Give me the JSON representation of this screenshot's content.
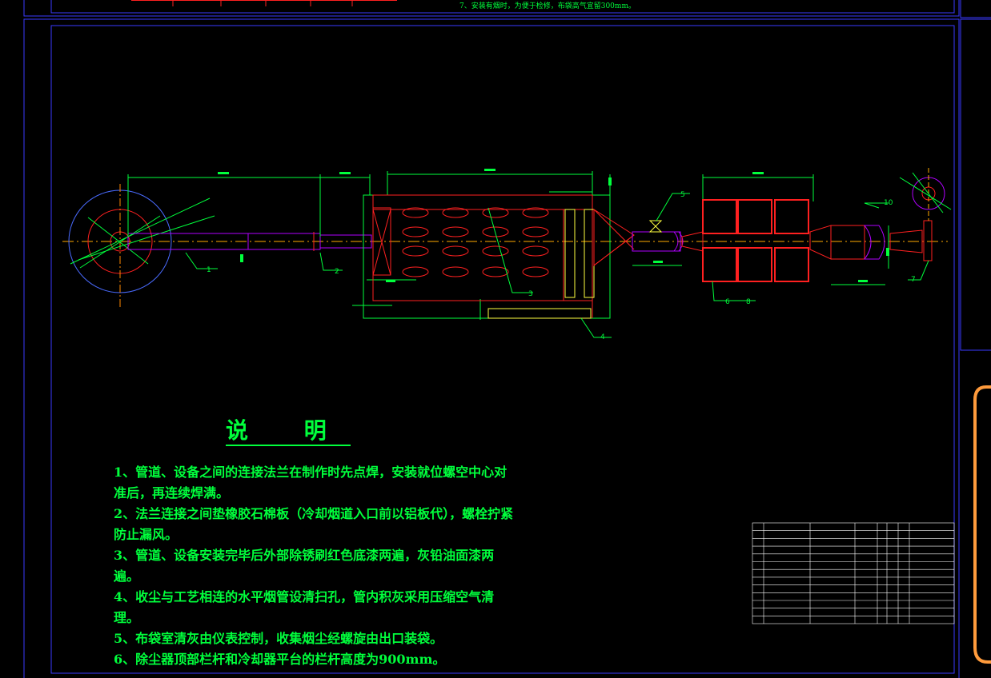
{
  "top_note": "7、安装有烟时，为便于检修，布袋高气宜留300mm。",
  "notes": {
    "title": "说  明",
    "items": [
      "1、管道、设备之间的连接法兰在制作时先点焊，安装就位螺空中心对准后，再连续焊满。",
      "2、法兰连接之间垫橡胶石棉板（冷却烟道入口前以铝板代），螺栓拧紧防止漏风。",
      "3、管道、设备安装完毕后外部除锈刷红色底漆两遍，灰铅油面漆两遍。",
      "4、收尘与工艺相连的水平烟管设清扫孔，管内积灰采用压缩空气清理。",
      "5、布袋室清灰由仪表控制，收集烟尘经螺旋由出口装袋。",
      "6、除尘器顶部栏杆和冷却器平台的栏杆高度为900mm。"
    ]
  },
  "part_labels": [
    "1",
    "2",
    "3",
    "4",
    "5",
    "6",
    "8",
    "7",
    "10"
  ],
  "colors": {
    "frame": "#3a3aff",
    "text": "#00ff3c",
    "pipe": "#b000ff",
    "equipment": "#ff2020",
    "dimension": "#00ff3c",
    "centerline": "#ffaa00",
    "yellow": "#ffff40",
    "cyan": "#00c8ff",
    "side_panel": "#ff9b3c"
  }
}
